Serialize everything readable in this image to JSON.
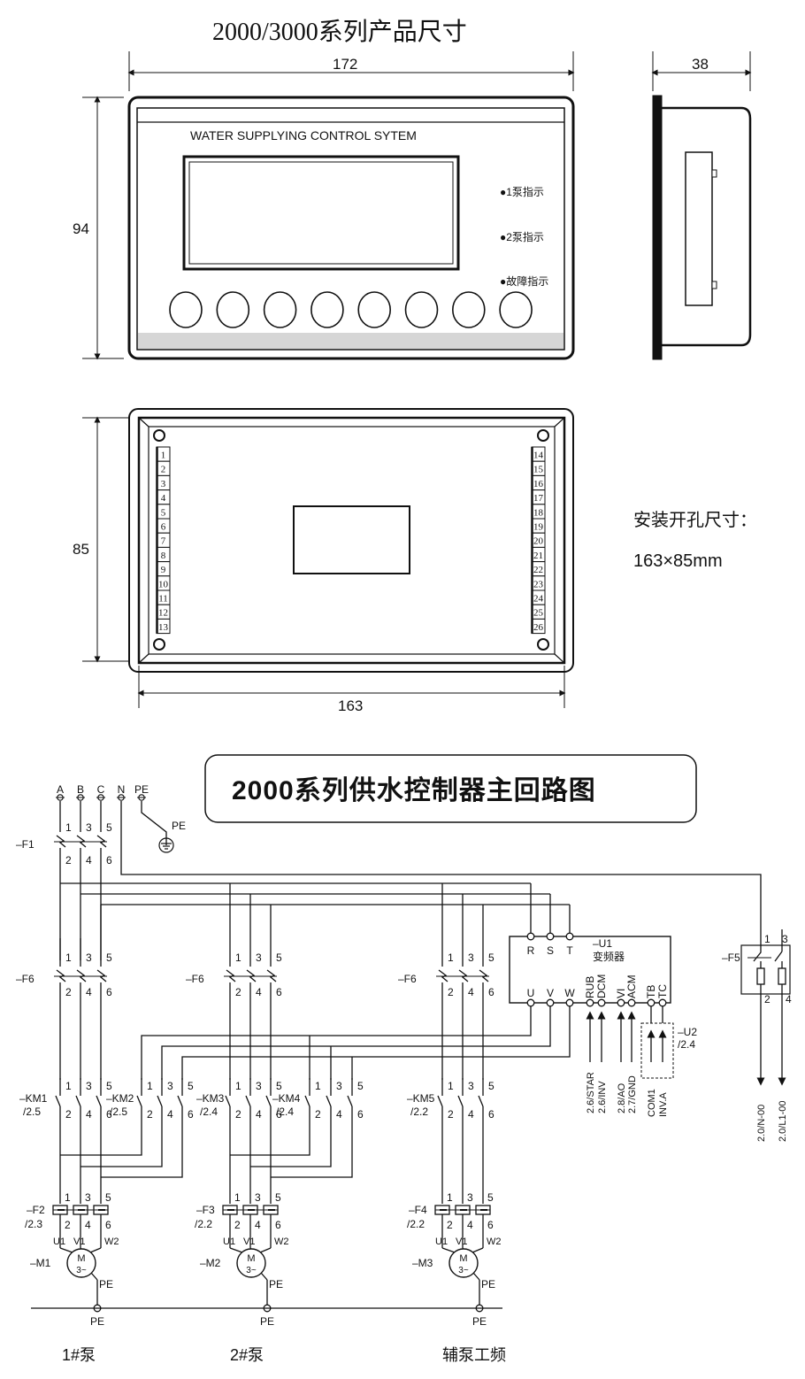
{
  "dimension_drawing": {
    "title": "2000/3000系列产品尺寸",
    "width_top": "172",
    "depth": "38",
    "height_front": "94",
    "panel_label": "WATER SUPPLYING CONTROL SYTEM",
    "indicators": [
      "●1泵指示",
      "●2泵指示",
      "●故障指示"
    ],
    "button_count": 8,
    "height_cutout": "85",
    "width_bottom": "163",
    "terminals_left": [
      "1",
      "2",
      "3",
      "4",
      "5",
      "6",
      "7",
      "8",
      "9",
      "10",
      "11",
      "12",
      "13"
    ],
    "terminals_right": [
      "14",
      "15",
      "16",
      "17",
      "18",
      "19",
      "20",
      "21",
      "22",
      "23",
      "24",
      "25",
      "26"
    ],
    "cutout_label": "安装开孔尺寸：",
    "cutout_value": "163×85mm"
  },
  "circuit": {
    "title": "2000系列供水控制器主回路图",
    "supply_labels": [
      "A",
      "B",
      "C",
      "N",
      "PE"
    ],
    "pe_ground_label": "PE",
    "f1": "–F1",
    "f6": "–F6",
    "contact_tops": [
      "1",
      "3",
      "5"
    ],
    "contact_bottoms": [
      "2",
      "4",
      "6"
    ],
    "km1": "–KM1",
    "km1_ref": "/2.5",
    "km2": "–KM2",
    "km2_ref": "/2.5",
    "km3": "–KM3",
    "km3_ref": "/2.4",
    "km4": "–KM4",
    "km4_ref": "/2.4",
    "km5": "–KM5",
    "km5_ref": "/2.2",
    "f2": "–F2",
    "f2_ref": "/2.3",
    "f3": "–F3",
    "f3_ref": "/2.2",
    "f4": "–F4",
    "f4_ref": "/2.2",
    "motor_terms": [
      "U1",
      "V1",
      "W2"
    ],
    "m1": "–M1",
    "m2": "–M2",
    "m3": "–M3",
    "motor_symbol_top": "M",
    "motor_symbol_bottom": "3~",
    "pe": "PE",
    "inverter_inputs": [
      "R",
      "S",
      "T"
    ],
    "inverter_outputs": [
      "U",
      "V",
      "W"
    ],
    "inverter_name": "–U1",
    "inverter_desc": "变频器",
    "inverter_signals": [
      "RUB",
      "DCM",
      "VI",
      "ACM",
      "TB",
      "TC"
    ],
    "u2_name": "–U2",
    "u2_ref": "/2.4",
    "sig_refs": [
      "2.6/STAR",
      "2.6/INV",
      "2.8/AO",
      "2.7/GND",
      "COM1",
      "INV.A"
    ],
    "f5": "–F5",
    "f5_tops": [
      "1",
      "3"
    ],
    "f5_bottoms": [
      "2",
      "4"
    ],
    "f5_refs": [
      "2.0/N-00",
      "2.0/L1-00"
    ],
    "pump_labels": [
      "1#泵",
      "2#泵",
      "辅泵工频"
    ]
  }
}
